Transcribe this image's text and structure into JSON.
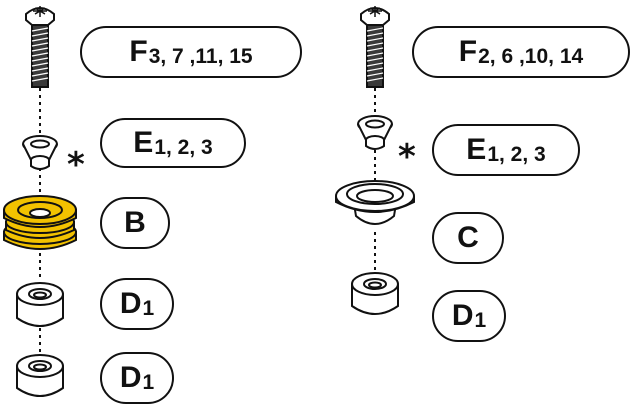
{
  "left_stack": {
    "labels": [
      {
        "id": "screw",
        "letter": "F",
        "sub": "3, 7 ,11, 15"
      },
      {
        "id": "cup-washer",
        "letter": "E",
        "sub": "1, 2, 3"
      },
      {
        "id": "grommet",
        "letter": "B",
        "sub": ""
      },
      {
        "id": "spacer-1",
        "letter": "D",
        "sub": "1"
      },
      {
        "id": "spacer-2",
        "letter": "D",
        "sub": "1"
      }
    ],
    "note_marker": "*"
  },
  "right_stack": {
    "labels": [
      {
        "id": "screw",
        "letter": "F",
        "sub": "2, 6 ,10, 14"
      },
      {
        "id": "cup-washer",
        "letter": "E",
        "sub": "1, 2, 3"
      },
      {
        "id": "grommet",
        "letter": "C",
        "sub": ""
      },
      {
        "id": "spacer",
        "letter": "D",
        "sub": "1"
      }
    ],
    "note_marker": "*"
  },
  "colors": {
    "outline": "#111111",
    "grommet_b": "#f2c200",
    "part_fill": "#ffffff",
    "thread": "#222222"
  }
}
